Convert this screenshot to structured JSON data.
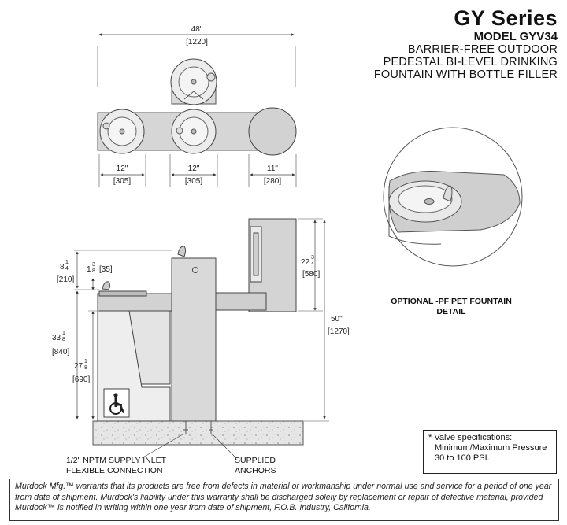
{
  "header": {
    "series": "GY Series",
    "model": "MODEL GYV34",
    "description_lines": [
      "BARRIER-FREE OUTDOOR",
      "PEDESTAL BI-LEVEL DRINKING",
      "FOUNTAIN WITH BOTTLE FILLER"
    ]
  },
  "plan_view": {
    "overall_width": "48\"",
    "overall_width_mm": "[1220]",
    "dim_left": "12\"",
    "dim_left_mm": "[305]",
    "dim_center": "12\"",
    "dim_center_mm": "[305]",
    "dim_right": "11\"",
    "dim_right_mm": "[280]"
  },
  "elevation": {
    "dim_8_whole": "8",
    "dim_8_frac_num": "1",
    "dim_8_frac_den": "4",
    "dim_8_mm": "[210]",
    "dim_1_whole": "1",
    "dim_1_frac_num": "3",
    "dim_1_frac_den": "8",
    "dim_1_mm": "[35]",
    "dim_33_whole": "33",
    "dim_33_frac_num": "1",
    "dim_33_frac_den": "8",
    "dim_33_mm": "[840]",
    "dim_27_whole": "27",
    "dim_27_frac_num": "1",
    "dim_27_frac_den": "8",
    "dim_27_mm": "[690]",
    "dim_22_whole": "22",
    "dim_22_frac_num": "3",
    "dim_22_frac_den": "4",
    "dim_22_mm": "[580]",
    "dim_50": "50\"",
    "dim_50_mm": "[1270]",
    "callout_supply_line1": "1/2\" NPTM SUPPLY INLET",
    "callout_supply_line2": "FLEXIBLE CONNECTION",
    "callout_anchors_line1": "SUPPLIED",
    "callout_anchors_line2": "ANCHORS"
  },
  "pf_detail": {
    "caption_line1": "OPTIONAL -PF PET FOUNTAIN",
    "caption_line2": "DETAIL"
  },
  "valve_note": {
    "line1": "* Valve specifications:",
    "line2": "Minimum/Maximum Pressure",
    "line3": "30 to 100 PSI."
  },
  "warranty": {
    "text": "Murdock Mfg.™ warrants that its products are free from defects in material or workmanship under normal use and service for a period of one year from date of shipment. Murdock's liability under this warranty shall be discharged solely by replacement or repair of defective material, provided Murdock™ is notified in writing within one year from date of shipment, F.O.B. Industry, California."
  }
}
